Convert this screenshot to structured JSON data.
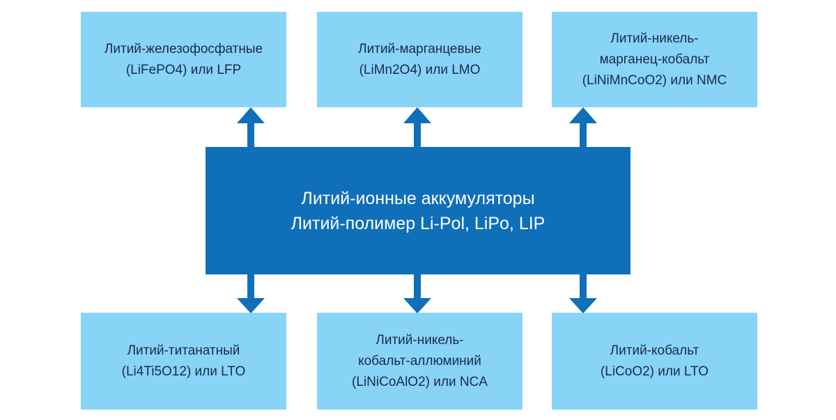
{
  "diagram": {
    "center": {
      "lines": [
        "Литий-ионные аккумуляторы",
        "Литий-полимер Li-Pol, LiPo, LIP"
      ]
    },
    "top": [
      {
        "lines": [
          "Литий-железофосфатные",
          "(LiFePO4) или LFP"
        ]
      },
      {
        "lines": [
          "Литий-марганцевые",
          "(LiMn2O4) или LMO"
        ]
      },
      {
        "lines": [
          "Литий-никель-",
          "марганец-кобальт",
          "(LiNiMnCoO2) или NMC"
        ]
      }
    ],
    "bottom": [
      {
        "lines": [
          "Литий-титанатный",
          "(Li4Ti5O12) или LTO"
        ]
      },
      {
        "lines": [
          "Литий-никель-",
          "кобальт-аллюминий",
          "(LiNiCoAlO2) или NCA"
        ]
      },
      {
        "lines": [
          "Литий-кобальт",
          "(LiCoO2) или LTO"
        ]
      }
    ],
    "colors": {
      "center_fill": "#0f6fb8",
      "box_fill": "#87d4f7",
      "arrow": "#0f6fb8"
    }
  }
}
